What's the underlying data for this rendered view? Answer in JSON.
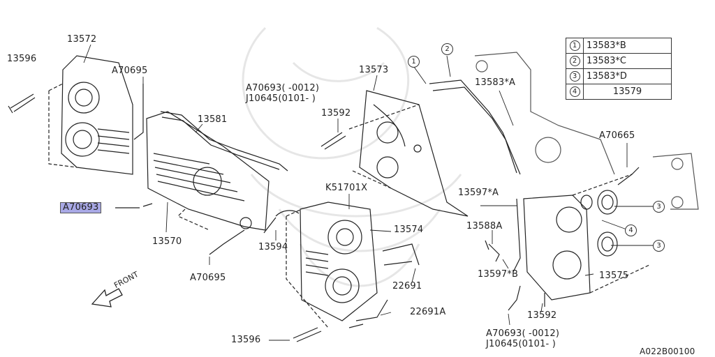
{
  "diagram": {
    "labels": {
      "p13572": "13572",
      "p13596_top": "13596",
      "p70695_top": "A70695",
      "p13581": "13581",
      "p70693_hl": "A70693",
      "p13570": "13570",
      "p13594": "13594",
      "p70695_bot": "A70695",
      "p70693_mid": "A70693(    -0012)",
      "p10645_mid": "J10645(0101-    )",
      "p13573": "13573",
      "p13592_top": "13592",
      "p13583a": "13583*A",
      "pK51701X": "K51701X",
      "p13574": "13574",
      "p13597a": "13597*A",
      "p13588a": "13588A",
      "p70665": "A70665",
      "p13597b": "13597*B",
      "p13575": "13575",
      "p22691": "22691",
      "p22691a": "22691A",
      "p13596_bot": "13596",
      "p13592_bot": "13592",
      "p70693_bot": "A70693(    -0012)",
      "p10645_bot": "J10645(0101-    )",
      "ref": "A022B00100"
    },
    "callouts": {
      "c1": "1",
      "c2": "2",
      "c3a": "3",
      "c4": "4",
      "c3b": "3"
    },
    "front": "FRONT"
  },
  "legend": [
    {
      "num": "1",
      "part": "13583*B"
    },
    {
      "num": "2",
      "part": "13583*C"
    },
    {
      "num": "3",
      "part": "13583*D"
    },
    {
      "num": "4",
      "part": "13579"
    }
  ]
}
